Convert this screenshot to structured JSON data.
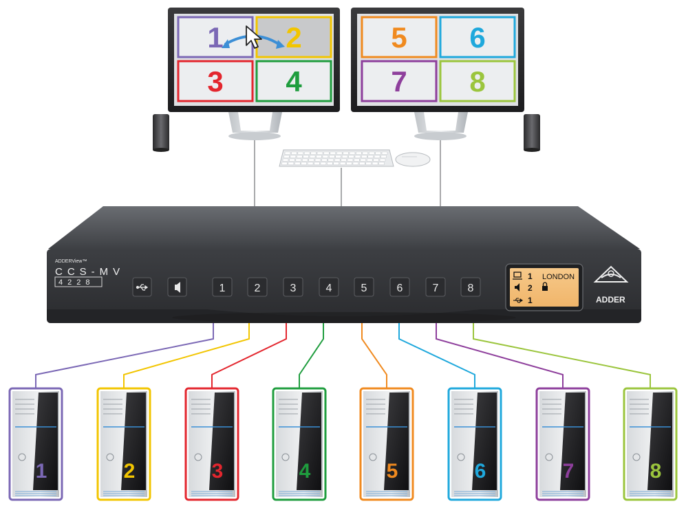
{
  "colors": {
    "1": "#7b68b5",
    "2": "#f2c500",
    "3": "#e3262e",
    "4": "#1f9d3e",
    "5": "#f08a1f",
    "6": "#1fa8dc",
    "7": "#8e3f9c",
    "8": "#9bc53d"
  },
  "monitor_left": {
    "tiles": [
      "1",
      "2",
      "3",
      "4"
    ]
  },
  "monitor_right": {
    "tiles": [
      "5",
      "6",
      "7",
      "8"
    ]
  },
  "device": {
    "brand_small": "ADDERView™",
    "model_line1": "CCS-MV",
    "model_line2": "4228",
    "logo_text": "ADDER",
    "usb_button_icon": "usb-icon",
    "audio_button_icon": "speaker-icon",
    "port_buttons": [
      "1",
      "2",
      "3",
      "4",
      "5",
      "6",
      "7",
      "8"
    ],
    "lcd": {
      "video_channel": "1",
      "video_label": "LONDON",
      "audio_channel": "2",
      "usb_channel": "1",
      "lock_icon": "lock-icon"
    }
  },
  "computers": [
    "1",
    "2",
    "3",
    "4",
    "5",
    "6",
    "7",
    "8"
  ]
}
